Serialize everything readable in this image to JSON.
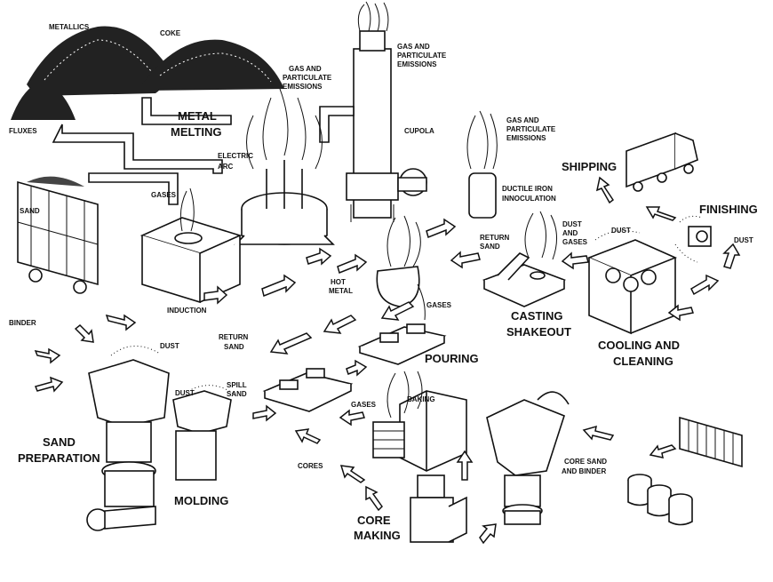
{
  "labels": {
    "metallics": "METALLICS",
    "coke": "COKE",
    "fluxes": "FLUXES",
    "metal_melting_1": "METAL",
    "metal_melting_2": "MELTING",
    "gas_emissions_a1": "GAS AND",
    "gas_emissions_a2": "PARTICULATE",
    "gas_emissions_a3": "EMISSIONS",
    "gas_emissions_b1": "GAS AND",
    "gas_emissions_b2": "PARTICULATE",
    "gas_emissions_b3": "EMISSIONS",
    "gas_emissions_c1": "GAS AND",
    "gas_emissions_c2": "PARTICULATE",
    "gas_emissions_c3": "EMISSIONS",
    "cupola": "CUPOLA",
    "electric_arc_1": "ELECTRIC",
    "electric_arc_2": "ARC",
    "gases_induction": "GASES",
    "sand": "SAND",
    "induction": "INDUCTION",
    "ductile_1": "DUCTILE IRON",
    "ductile_2": "INNOCULATION",
    "shipping": "SHIPPING",
    "finishing": "FINISHING",
    "dust_finishing": "DUST",
    "dust_cooling": "DUST",
    "dust_gases_1": "DUST",
    "dust_gases_2": "AND",
    "dust_gases_3": "GASES",
    "return_sand_top_1": "RETURN",
    "return_sand_top_2": "SAND",
    "hot_metal_1": "HOT",
    "hot_metal_2": "METAL",
    "gases_pouring": "GASES",
    "casting_shakeout_1": "CASTING",
    "casting_shakeout_2": "SHAKEOUT",
    "cooling_cleaning_1": "COOLING AND",
    "cooling_cleaning_2": "CLEANING",
    "binder": "BINDER",
    "dust_sandprep": "DUST",
    "return_sand_1": "RETURN",
    "return_sand_2": "SAND",
    "pouring": "POURING",
    "dust_molding": "DUST",
    "spill_sand_1": "SPILL",
    "spill_sand_2": "SAND",
    "sand_prep_1": "SAND",
    "sand_prep_2": "PREPARATION",
    "gases_baking": "GASES",
    "baking": "BAKING",
    "cores": "CORES",
    "molding": "MOLDING",
    "core_making_1": "CORE",
    "core_making_2": "MAKING",
    "core_sand_binder_1": "CORE SAND",
    "core_sand_binder_2": "AND BINDER"
  }
}
